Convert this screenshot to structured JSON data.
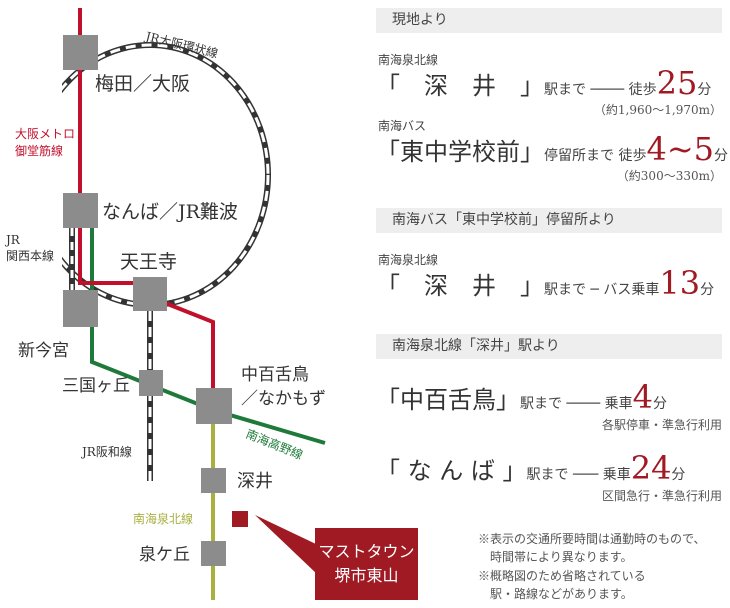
{
  "map": {
    "stations": {
      "umeda": "梅田／大阪",
      "namba": "なんば／JR難波",
      "tennoji": "天王寺",
      "shinimamiya": "新今宮",
      "mikunigaoka": "三国ヶ丘",
      "nakamozu_1": "中百舌鳥",
      "nakamozu_2": "／なかもず",
      "fukai": "深井",
      "izumigaoka": "泉ケ丘"
    },
    "lines": {
      "loop": "JR大阪環状線",
      "midosuji_1": "大阪メトロ",
      "midosuji_2": "御堂筋線",
      "kansai_1": "JR",
      "kansai_2": "関西本線",
      "hanwa": "JR阪和線",
      "koya": "南海高野線",
      "senboku": "南海泉北線"
    },
    "site": {
      "line1": "マストタウン",
      "line2": "堺市東山"
    },
    "colors": {
      "midosuji": "#c0102c",
      "koya": "#1e7a3a",
      "senboku": "#a8b040",
      "station": "#8c8c8c",
      "site": "#a01a24"
    }
  },
  "panel": {
    "sec1": {
      "header": "現地より",
      "r1": {
        "line": "南海泉北線",
        "station": "「　深　井　」",
        "to": "駅まで",
        "mode": "徒歩",
        "value": "25",
        "unit": "分",
        "note": "（約1,960～1,970m）"
      },
      "r2": {
        "line": "南海バス",
        "station": "「東中学校前」",
        "to": "停留所まで",
        "mode": "徒歩",
        "value": "4~5",
        "unit": "分",
        "note": "（約300～330m）"
      }
    },
    "sec2": {
      "header": "南海バス「東中学校前」停留所より",
      "r1": {
        "line": "南海泉北線",
        "station": "「　深　井　」",
        "to": "駅まで",
        "mode": "バス乗車",
        "value": "13",
        "unit": "分"
      }
    },
    "sec3": {
      "header": "南海泉北線「深井」駅より",
      "r1": {
        "station": "「中百舌鳥」",
        "to": "駅まで",
        "mode": "乗車",
        "value": "4",
        "unit": "分",
        "note": "各駅停車・準急行利用"
      },
      "r2": {
        "station": "「 な ん ば 」",
        "to": "駅まで",
        "mode": "乗車",
        "value": "24",
        "unit": "分",
        "note": "区間急行・準急行利用"
      }
    },
    "footnotes": [
      "※表示の交通所要時間は通勤時のもので、",
      "　時間帯により異なります。",
      "※概略図のため省略されている",
      "　駅・路線などがあります。"
    ]
  }
}
